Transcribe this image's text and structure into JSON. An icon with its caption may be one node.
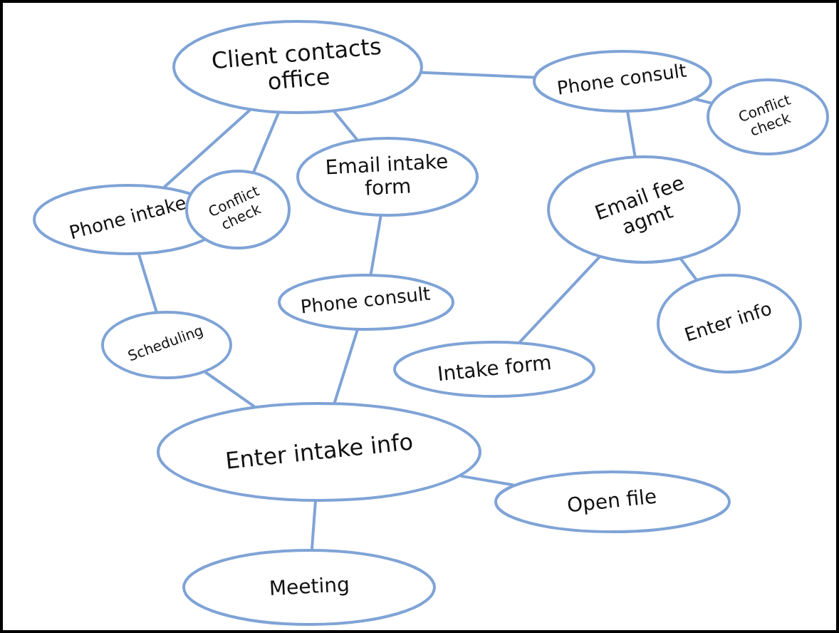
{
  "diagram": {
    "nodes": [
      {
        "text": [
          "Client contacts office"
        ]
      },
      {
        "text": [
          "Phone consult"
        ]
      },
      {
        "text": [
          "Conflict check"
        ]
      },
      {
        "text": [
          "Phone intake"
        ]
      },
      {
        "text": [
          "Conflict check"
        ]
      },
      {
        "text": [
          "Email intake form"
        ]
      },
      {
        "text": [
          "Email fee agmt"
        ]
      },
      {
        "text": [
          "Scheduling"
        ]
      },
      {
        "text": [
          "Phone consult"
        ]
      },
      {
        "text": [
          "Intake form"
        ]
      },
      {
        "text": [
          "Enter info"
        ]
      },
      {
        "text": [
          "Enter intake info"
        ]
      },
      {
        "text": [
          "Open file"
        ]
      },
      {
        "text": [
          "Meeting"
        ]
      }
    ],
    "edges": [
      {
        "from": 0,
        "to": 3,
        "arrow": "none"
      },
      {
        "from": 0,
        "to": 4,
        "arrow": "none"
      },
      {
        "from": 0,
        "to": 5,
        "arrow": "none"
      },
      {
        "from": 0,
        "to": 1,
        "arrow": "none"
      },
      {
        "from": 1,
        "to": 2,
        "arrow": "none"
      },
      {
        "from": 1,
        "to": 6,
        "arrow": "none"
      },
      {
        "from": 6,
        "to": 9,
        "arrow": "none"
      },
      {
        "from": 6,
        "to": 10,
        "arrow": "none"
      },
      {
        "from": 5,
        "to": 8,
        "arrow": "none"
      },
      {
        "from": 3,
        "to": 7,
        "arrow": "none"
      },
      {
        "from": 7,
        "to": 11,
        "arrow": "none"
      },
      {
        "from": 8,
        "to": 11,
        "arrow": "none"
      },
      {
        "from": 11,
        "to": 12,
        "arrow": "none"
      },
      {
        "from": 11,
        "to": 13,
        "arrow": "none"
      }
    ]
  }
}
